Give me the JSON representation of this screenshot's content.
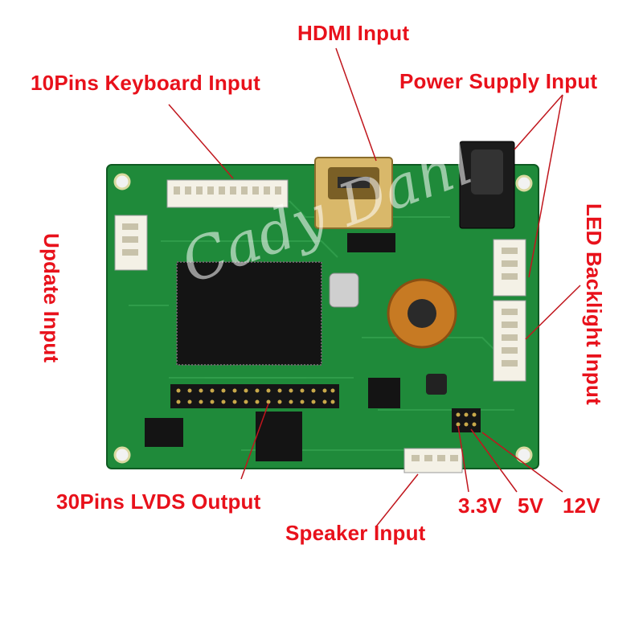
{
  "labels": {
    "hdmi": "HDMI Input",
    "keyboard": "10Pins Keyboard Input",
    "power": "Power Supply Input",
    "led": "LED Backlight Input",
    "update": "Update Input",
    "lvds": "30Pins LVDS Output",
    "speaker": "Speaker Input",
    "v33": "3.3V",
    "v5": "5V",
    "v12": "12V"
  },
  "watermark": "Cady Dahl",
  "colors": {
    "label": "#e8111b",
    "pcb": "#1f8a3a",
    "pcb_dark": "#156b2b",
    "leader": "#c0161d"
  }
}
